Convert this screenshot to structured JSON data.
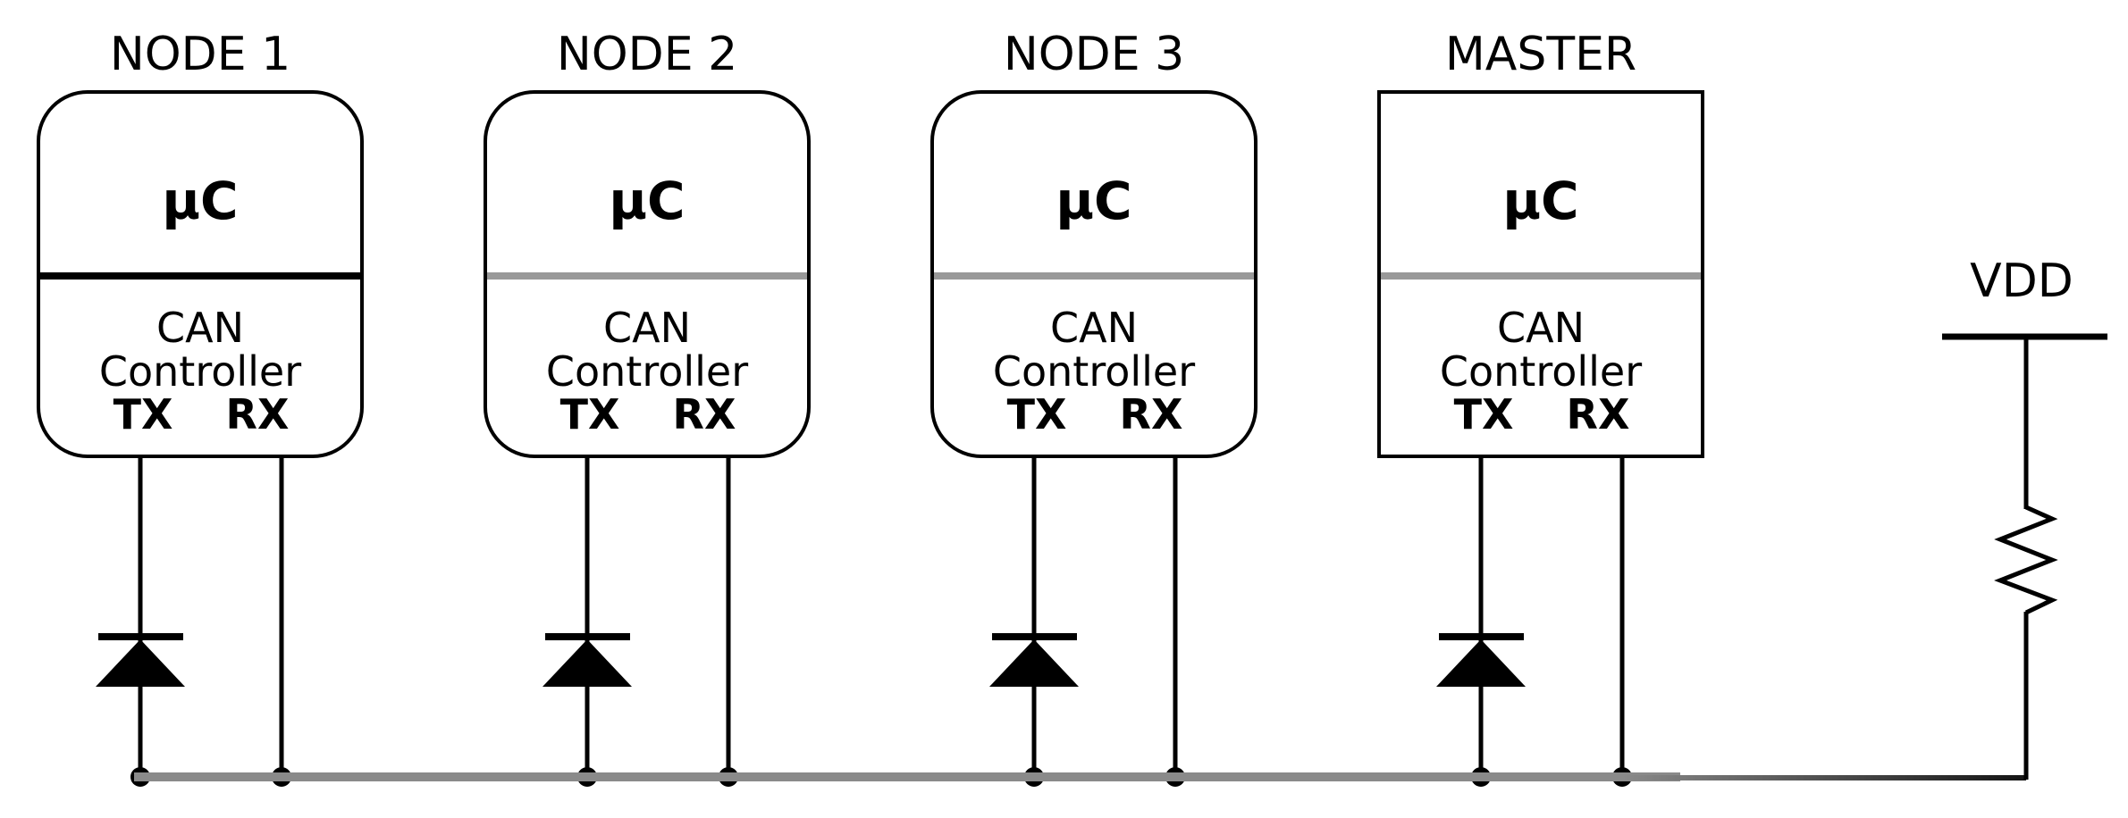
{
  "diagram": {
    "background": "#ffffff",
    "line_color": "#000000",
    "bus_color": "#8a8a8a",
    "bus_end_color": "#141414",
    "divider_gray": "#999999",
    "junction_color": "#000000"
  },
  "nodes": [
    {
      "label": "NODE 1",
      "chip": "µC",
      "can_line": "CAN",
      "controller_line": "Controller",
      "tx": "TX",
      "rx": "RX",
      "divider_color": "#000000",
      "corner_radius": "55"
    },
    {
      "label": "NODE 2",
      "chip": "µC",
      "can_line": "CAN",
      "controller_line": "Controller",
      "tx": "TX",
      "rx": "RX",
      "divider_color": "#999999",
      "corner_radius": "55"
    },
    {
      "label": "NODE 3",
      "chip": "µC",
      "can_line": "CAN",
      "controller_line": "Controller",
      "tx": "TX",
      "rx": "RX",
      "divider_color": "#999999",
      "corner_radius": "55"
    },
    {
      "label": "MASTER",
      "chip": "µC",
      "can_line": "CAN",
      "controller_line": "Controller",
      "tx": "TX",
      "rx": "RX",
      "divider_color": "#999999",
      "corner_radius": "0"
    }
  ],
  "power": {
    "vdd_label": "VDD"
  }
}
